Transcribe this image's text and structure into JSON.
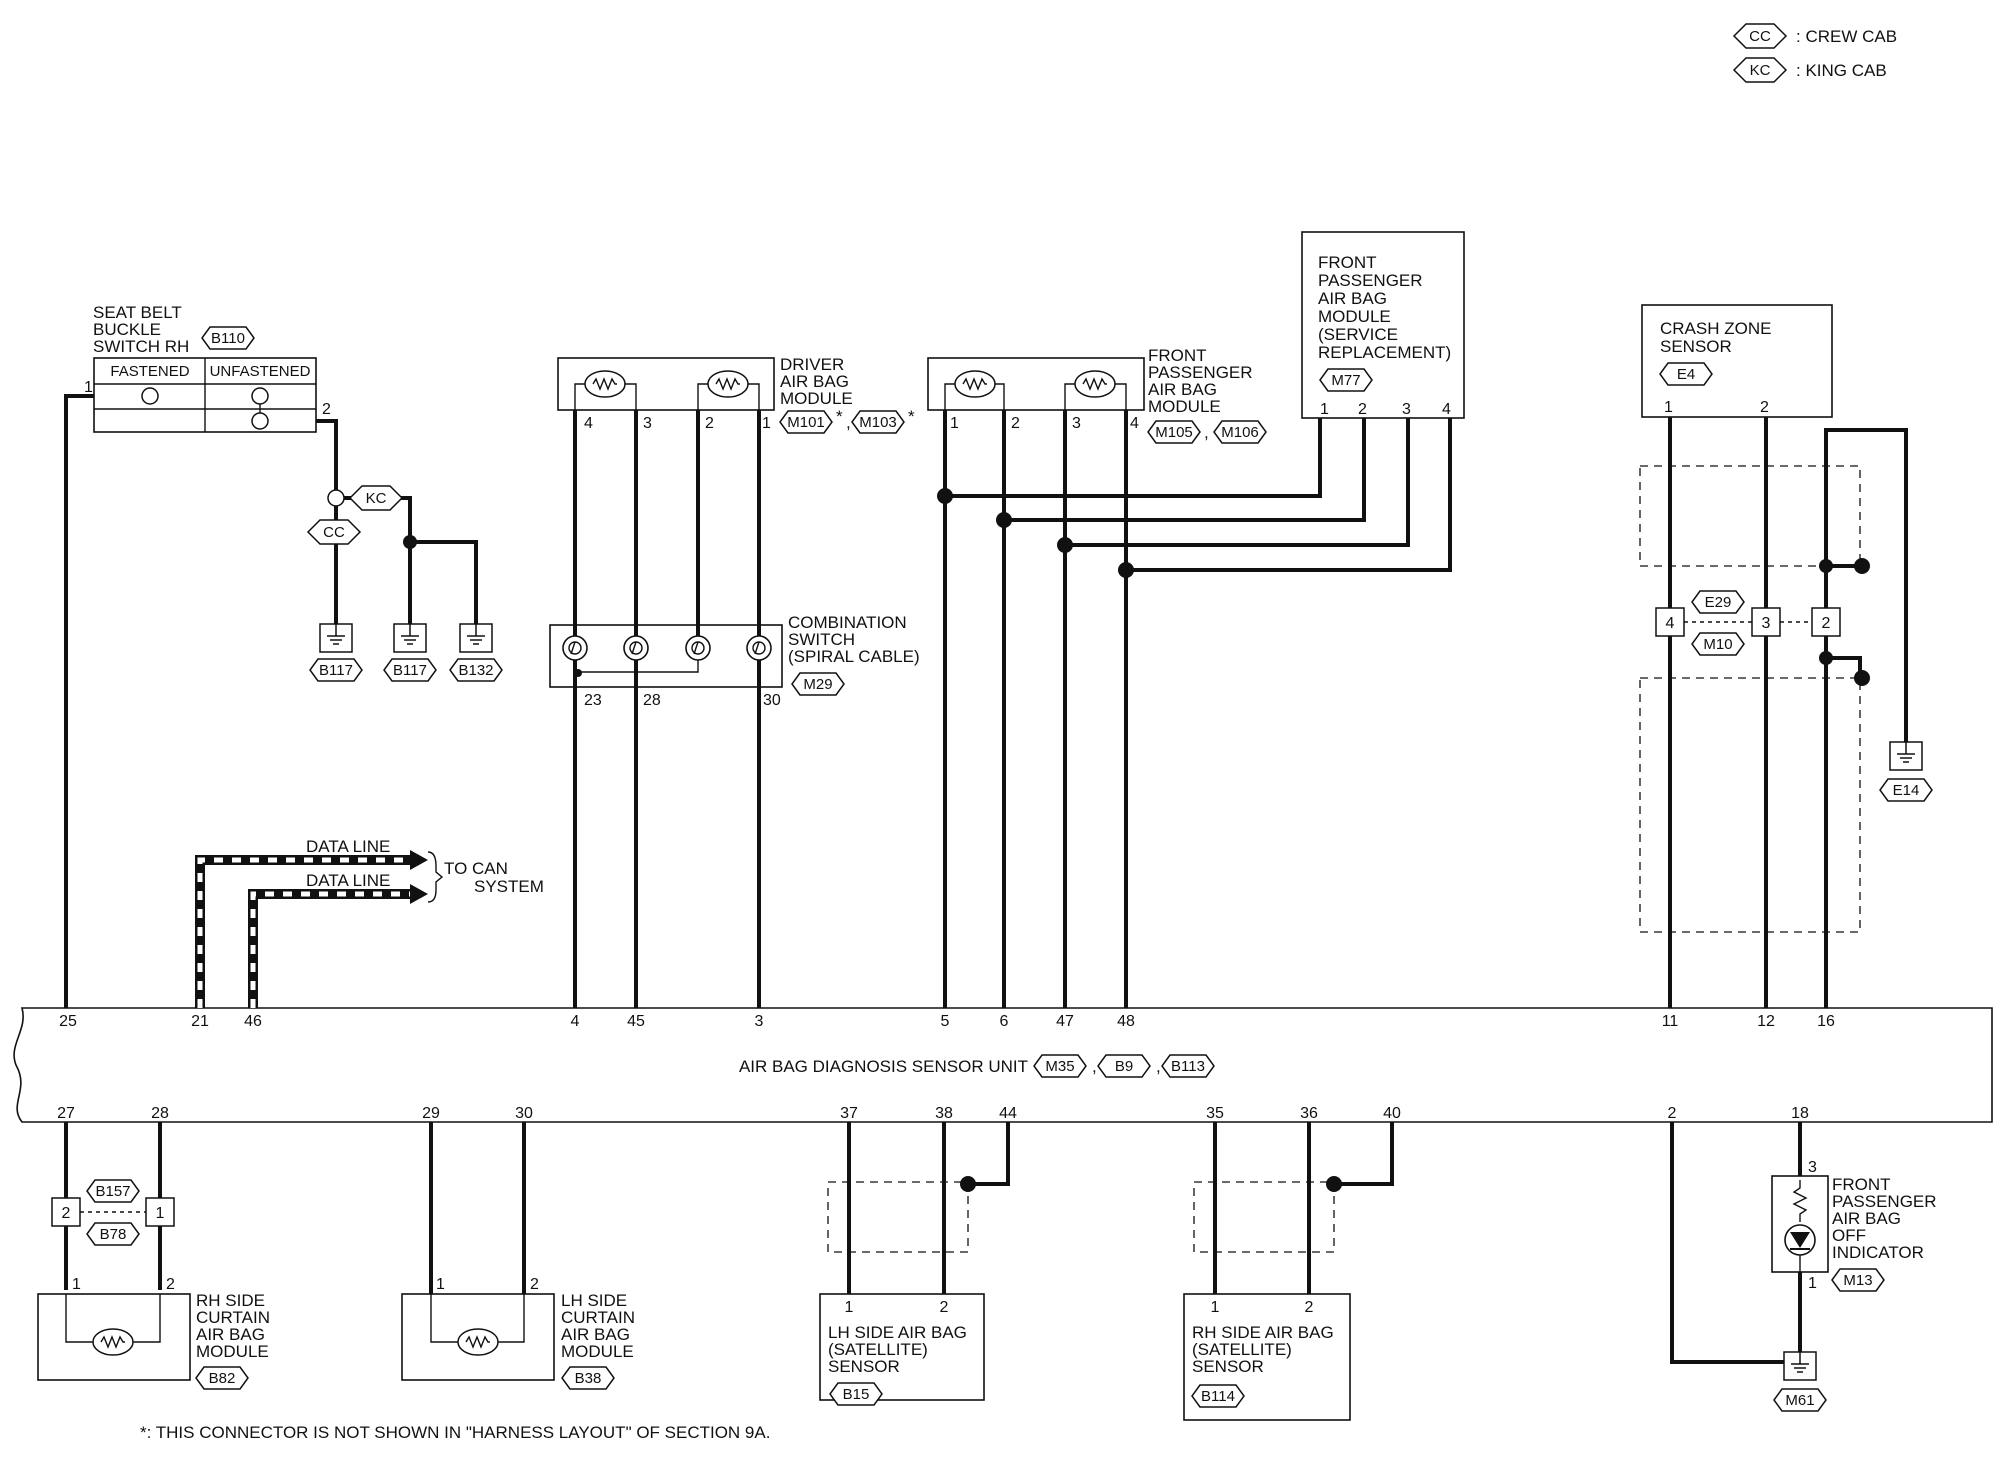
{
  "legend": [
    {
      "code": "CC",
      "text": ": CREW CAB"
    },
    {
      "code": "KC",
      "text": ": KING CAB"
    }
  ],
  "seat_belt_switch": {
    "title_lines": [
      "SEAT BELT",
      "BUCKLE",
      "SWITCH RH"
    ],
    "connector": "B110",
    "col_fastened": "FASTENED",
    "col_unfastened": "UNFASTENED",
    "pin_left": "1",
    "pin_right": "2",
    "grounds": [
      "B117",
      "B117",
      "B132"
    ],
    "cc": "CC",
    "kc": "KC"
  },
  "driver_module": {
    "title_lines": [
      "DRIVER",
      "AIR BAG",
      "MODULE"
    ],
    "pins": [
      "4",
      "3",
      "2",
      "1"
    ],
    "connectors": [
      "M101",
      "M103"
    ],
    "star": "*"
  },
  "front_pass_module": {
    "title_lines": [
      "FRONT",
      "PASSENGER",
      "AIR BAG",
      "MODULE"
    ],
    "pins": [
      "1",
      "2",
      "3",
      "4"
    ],
    "connectors": [
      "M105",
      "M106"
    ]
  },
  "service_module": {
    "title_lines": [
      "FRONT",
      "PASSENGER",
      "AIR BAG",
      "MODULE",
      "(SERVICE",
      "REPLACEMENT)"
    ],
    "connector": "M77",
    "pins": [
      "1",
      "2",
      "3",
      "4"
    ]
  },
  "crash_sensor": {
    "title_lines": [
      "CRASH ZONE",
      "SENSOR"
    ],
    "connector": "E4",
    "pins": [
      "1",
      "2"
    ]
  },
  "combination_switch": {
    "title_lines": [
      "COMBINATION",
      "SWITCH",
      "(SPIRAL CABLE)"
    ],
    "connector": "M29",
    "pins": [
      "23",
      "28",
      "30"
    ]
  },
  "joint_connector": {
    "top": "E29",
    "bottom": "M10",
    "pins": [
      "4",
      "3",
      "2"
    ],
    "ground": "E14"
  },
  "data_lines": {
    "line1": "DATA LINE",
    "line2": "DATA LINE",
    "dest_lines": [
      "TO CAN",
      "SYSTEM"
    ]
  },
  "unit": {
    "label": "AIR BAG DIAGNOSIS SENSOR UNIT",
    "connectors": [
      "M35",
      "B9",
      "B113"
    ],
    "top_pins": [
      "25",
      "21",
      "46",
      "4",
      "45",
      "3",
      "5",
      "6",
      "47",
      "48",
      "11",
      "12",
      "16"
    ],
    "bottom_pins": [
      "27",
      "28",
      "29",
      "30",
      "37",
      "38",
      "44",
      "35",
      "36",
      "40",
      "2",
      "18"
    ]
  },
  "rh_curtain": {
    "title_lines": [
      "RH SIDE",
      "CURTAIN",
      "AIR BAG",
      "MODULE"
    ],
    "connector": "B82",
    "pins": [
      "1",
      "2"
    ],
    "inline_top": "B157",
    "inline_bottom": "B78",
    "inline_pins": [
      "2",
      "1"
    ]
  },
  "lh_curtain": {
    "title_lines": [
      "LH SIDE",
      "CURTAIN",
      "AIR BAG",
      "MODULE"
    ],
    "connector": "B38",
    "pins": [
      "1",
      "2"
    ]
  },
  "lh_satellite": {
    "title_lines": [
      "LH SIDE AIR BAG",
      "(SATELLITE)",
      "SENSOR"
    ],
    "connector": "B15",
    "pins": [
      "1",
      "2"
    ]
  },
  "rh_satellite": {
    "title_lines": [
      "RH SIDE AIR BAG",
      "(SATELLITE)",
      "SENSOR"
    ],
    "connector": "B114",
    "pins": [
      "1",
      "2"
    ]
  },
  "off_indicator": {
    "title_lines": [
      "FRONT",
      "PASSENGER",
      "AIR BAG",
      "OFF",
      "INDICATOR"
    ],
    "connector": "M13",
    "pins": [
      "3",
      "1"
    ],
    "ground": "M61"
  },
  "footnote": "*: THIS CONNECTOR IS NOT SHOWN IN \"HARNESS LAYOUT\" OF SECTION 9A."
}
